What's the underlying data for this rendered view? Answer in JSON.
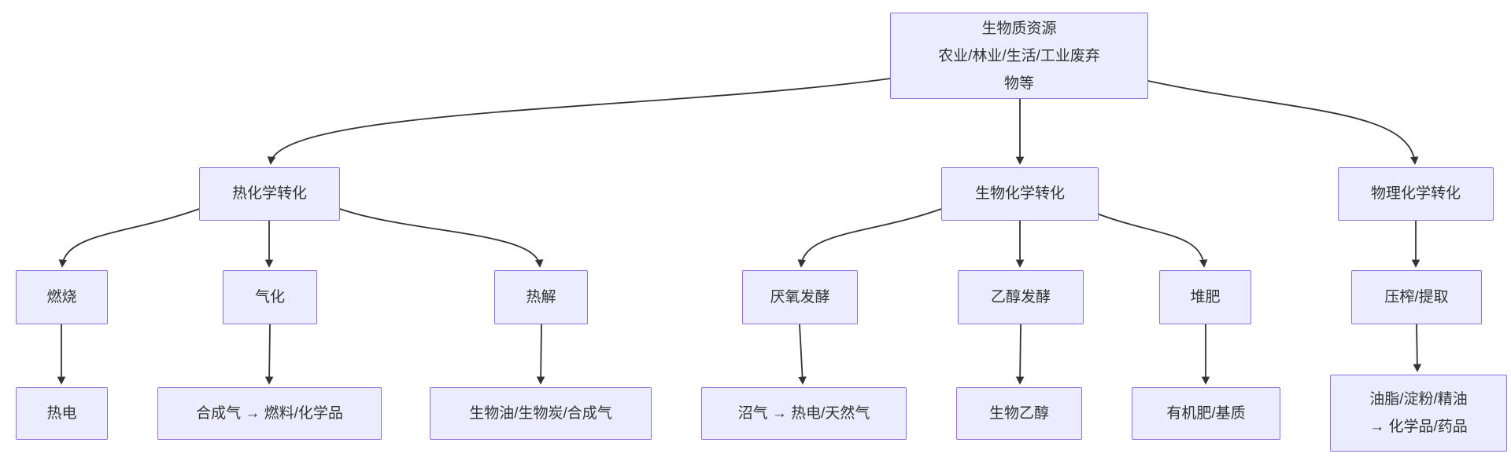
{
  "diagram": {
    "type": "flowchart",
    "direction": "top-down",
    "colors": {
      "node_fill": "#ECECFF",
      "node_border": "#9370DB",
      "text": "#333333",
      "edge": "#333333",
      "background": "#ffffff"
    },
    "nodes": {
      "biomass": {
        "lines": [
          "生物质资源",
          "农业/林业/生活/工业废弃",
          "物等"
        ]
      },
      "thermochemical": {
        "label": "热化学转化"
      },
      "biochemical": {
        "label": "生物化学转化"
      },
      "physicochemical": {
        "label": "物理化学转化"
      },
      "combustion": {
        "label": "燃烧"
      },
      "gasification": {
        "label": "气化"
      },
      "pyrolysis": {
        "label": "热解"
      },
      "anaerobic_digestion": {
        "label": "厌氧发酵"
      },
      "ethanol_fermentation": {
        "label": "乙醇发酵"
      },
      "composting": {
        "label": "堆肥"
      },
      "pressing_extraction": {
        "label": "压榨/提取"
      },
      "heat_power": {
        "label": "热电"
      },
      "syngas_fuels": {
        "label": "合成气 → 燃料/化学品"
      },
      "biooil_char_syngas": {
        "label": "生物油/生物炭/合成气"
      },
      "biogas_heat_gas": {
        "label": "沼气 → 热电/天然气"
      },
      "bioethanol": {
        "label": "生物乙醇"
      },
      "organic_fertilizer": {
        "label": "有机肥/基质"
      },
      "oils_chemicals": {
        "lines": [
          "油脂/淀粉/精油",
          "→ 化学品/药品"
        ]
      }
    },
    "edges": [
      {
        "from": "biomass",
        "to": "thermochemical"
      },
      {
        "from": "biomass",
        "to": "biochemical"
      },
      {
        "from": "biomass",
        "to": "physicochemical"
      },
      {
        "from": "thermochemical",
        "to": "combustion"
      },
      {
        "from": "thermochemical",
        "to": "gasification"
      },
      {
        "from": "thermochemical",
        "to": "pyrolysis"
      },
      {
        "from": "biochemical",
        "to": "anaerobic_digestion"
      },
      {
        "from": "biochemical",
        "to": "ethanol_fermentation"
      },
      {
        "from": "biochemical",
        "to": "composting"
      },
      {
        "from": "physicochemical",
        "to": "pressing_extraction"
      },
      {
        "from": "combustion",
        "to": "heat_power"
      },
      {
        "from": "gasification",
        "to": "syngas_fuels"
      },
      {
        "from": "pyrolysis",
        "to": "biooil_char_syngas"
      },
      {
        "from": "anaerobic_digestion",
        "to": "biogas_heat_gas"
      },
      {
        "from": "ethanol_fermentation",
        "to": "bioethanol"
      },
      {
        "from": "composting",
        "to": "organic_fertilizer"
      },
      {
        "from": "pressing_extraction",
        "to": "oils_chemicals"
      }
    ]
  }
}
